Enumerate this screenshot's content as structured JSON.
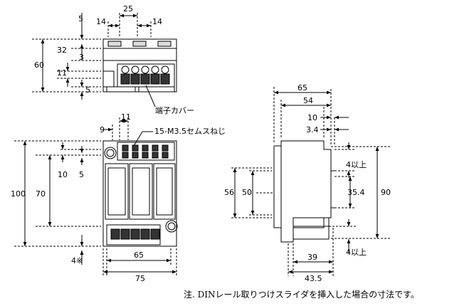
{
  "top_view": {
    "dims": {
      "d25": "25",
      "d14_left": "14",
      "d14_right": "14",
      "d5_top": "5",
      "d32": "32",
      "d3": "3",
      "d60": "60",
      "d11": "11",
      "d5_bottom": "5"
    },
    "label_terminal_cover": "端子カバー"
  },
  "front_view": {
    "dims": {
      "d9": "9",
      "d11": "11",
      "screw": "15-M3.5セムスねじ",
      "d100": "100",
      "d70": "70",
      "d10": "10",
      "d5": "5",
      "d4note": "4※",
      "d65": "65",
      "d75": "75"
    }
  },
  "side_view": {
    "dims": {
      "d65": "65",
      "d54": "54",
      "d10": "10",
      "d3_4": "3.4",
      "d4up_top": "4以上",
      "d56": "56",
      "d50": "50",
      "d35_4": "35.4",
      "d90": "90",
      "d4up_bottom": "4以上",
      "d39": "39",
      "d43_5": "43.5"
    }
  },
  "footnote": "注.  DINレール取りつけスライダを挿入した場合の寸法です。"
}
